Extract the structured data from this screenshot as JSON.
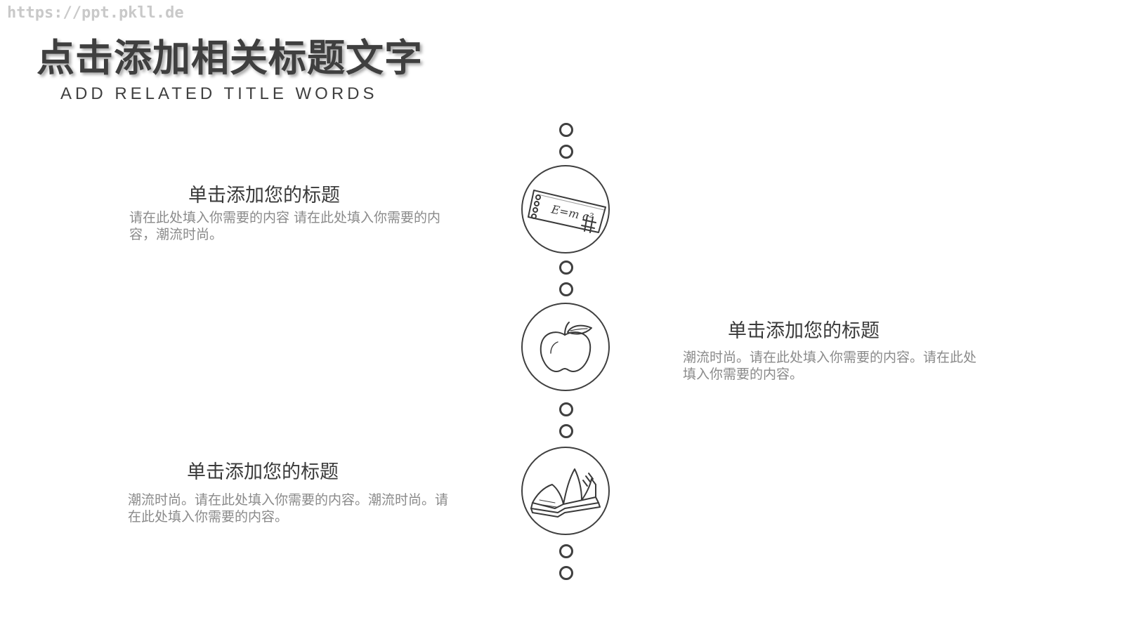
{
  "watermark": "https://ppt.pkll.de",
  "header": {
    "title": "点击添加相关标题文字",
    "subtitle": "ADD RELATED TITLE WORDS"
  },
  "items": [
    {
      "title": "单击添加您的标题",
      "desc": "请在此处填入你需要的内容 请在此处填入你需要的内容，潮流时尚。",
      "icon": "formula-card-icon",
      "formula": "E=m c²"
    },
    {
      "title": "单击添加您的标题",
      "desc": "潮流时尚。请在此处填入你需要的内容。请在此处填入你需要的内容。",
      "icon": "apple-icon"
    },
    {
      "title": "单击添加您的标题",
      "desc": "潮流时尚。请在此处填入你需要的内容。潮流时尚。请在此处填入你需要的内容。",
      "icon": "open-book-icon"
    }
  ],
  "colors": {
    "text_dark": "#3f3f3f",
    "text_muted": "#8a8a8a",
    "line": "#404040",
    "watermark": "#c9c9c9"
  }
}
